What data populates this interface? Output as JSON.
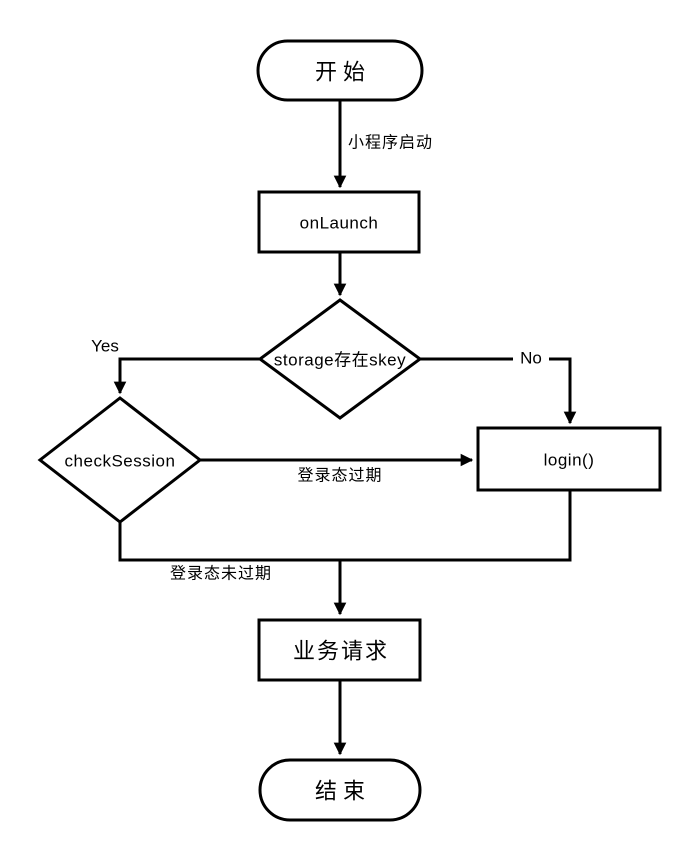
{
  "diagram": {
    "type": "flowchart",
    "colors": {
      "stroke": "#000000",
      "background": "#ffffff",
      "text": "#000000"
    },
    "nodes": {
      "start": {
        "label": "开始",
        "shape": "terminator"
      },
      "onlaunch": {
        "label": "onLaunch",
        "shape": "process"
      },
      "storage_check": {
        "label": "storage存在skey",
        "shape": "decision"
      },
      "check_session": {
        "label": "checkSession",
        "shape": "decision"
      },
      "login": {
        "label": "login()",
        "shape": "process"
      },
      "business_request": {
        "label": "业务请求",
        "shape": "process"
      },
      "end": {
        "label": "结束",
        "shape": "terminator"
      }
    },
    "edges": {
      "launch": {
        "from": "start",
        "to": "onlaunch",
        "label": "小程序启动"
      },
      "onlaunch_to_storage": {
        "from": "onlaunch",
        "to": "storage_check",
        "label": ""
      },
      "yes": {
        "from": "storage_check",
        "to": "check_session",
        "label": "Yes"
      },
      "no": {
        "from": "storage_check",
        "to": "login",
        "label": "No"
      },
      "expired": {
        "from": "check_session",
        "to": "login",
        "label": "登录态过期"
      },
      "not_expired": {
        "from": "check_session",
        "to": "business_request",
        "label": "登录态未过期"
      },
      "login_to_business": {
        "from": "login",
        "to": "business_request",
        "label": ""
      },
      "business_to_end": {
        "from": "business_request",
        "to": "end",
        "label": ""
      }
    }
  }
}
